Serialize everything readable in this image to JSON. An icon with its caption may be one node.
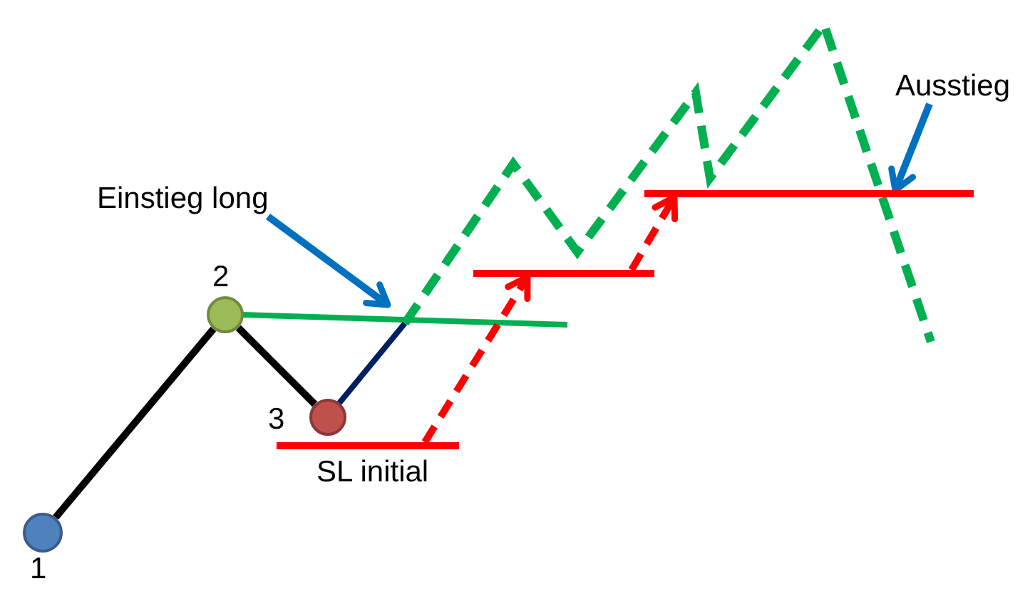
{
  "diagram": {
    "nodes": [
      {
        "text": [
          "Einstieg long"
        ]
      },
      {
        "text": [
          "Ausstieg"
        ]
      },
      {
        "text": [],
        "shape": "circle",
        "beside": [
          "1"
        ]
      },
      {
        "text": [],
        "shape": "circle",
        "beside": [
          "2"
        ]
      },
      {
        "text": [],
        "shape": "circle",
        "beside": [
          "3"
        ]
      },
      {
        "text": [],
        "shape": "bar",
        "beside": [
          "SL initial"
        ]
      },
      {
        "text": [],
        "shape": "bar"
      },
      {
        "text": [],
        "shape": "bar"
      }
    ],
    "edges": [
      {
        "from": 2,
        "to": 3,
        "arrow": "none"
      },
      {
        "from": 3,
        "to": 4,
        "arrow": "none"
      },
      {
        "from": 0,
        "to": null,
        "arrow": "to",
        "color": "#0070c0"
      },
      {
        "from": 1,
        "to": 7,
        "arrow": "to",
        "color": "#0070c0"
      },
      {
        "from": 5,
        "to": 6,
        "arrow": "to",
        "style": "dashed",
        "color": "#ff0000"
      },
      {
        "from": 6,
        "to": 7,
        "arrow": "to",
        "style": "dashed",
        "color": "#ff0000"
      }
    ]
  }
}
